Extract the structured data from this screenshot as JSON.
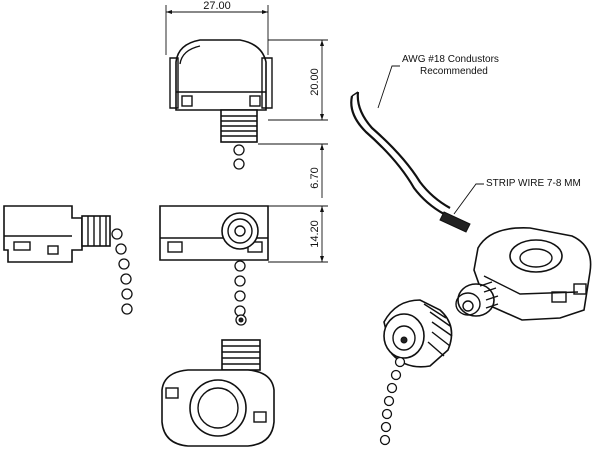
{
  "dimensions": {
    "width": "27.00",
    "height_body": "20.00",
    "height_stem": "6.70",
    "height_side": "14.20"
  },
  "callouts": {
    "wire_gauge_line1": "AWG #18 Condustors",
    "wire_gauge_line2": "Recommended",
    "strip_wire": "STRIP WIRE 7-8 MM"
  },
  "icons": {
    "chain": "bead-chain-icon",
    "switch": "pull-chain-switch-icon"
  }
}
